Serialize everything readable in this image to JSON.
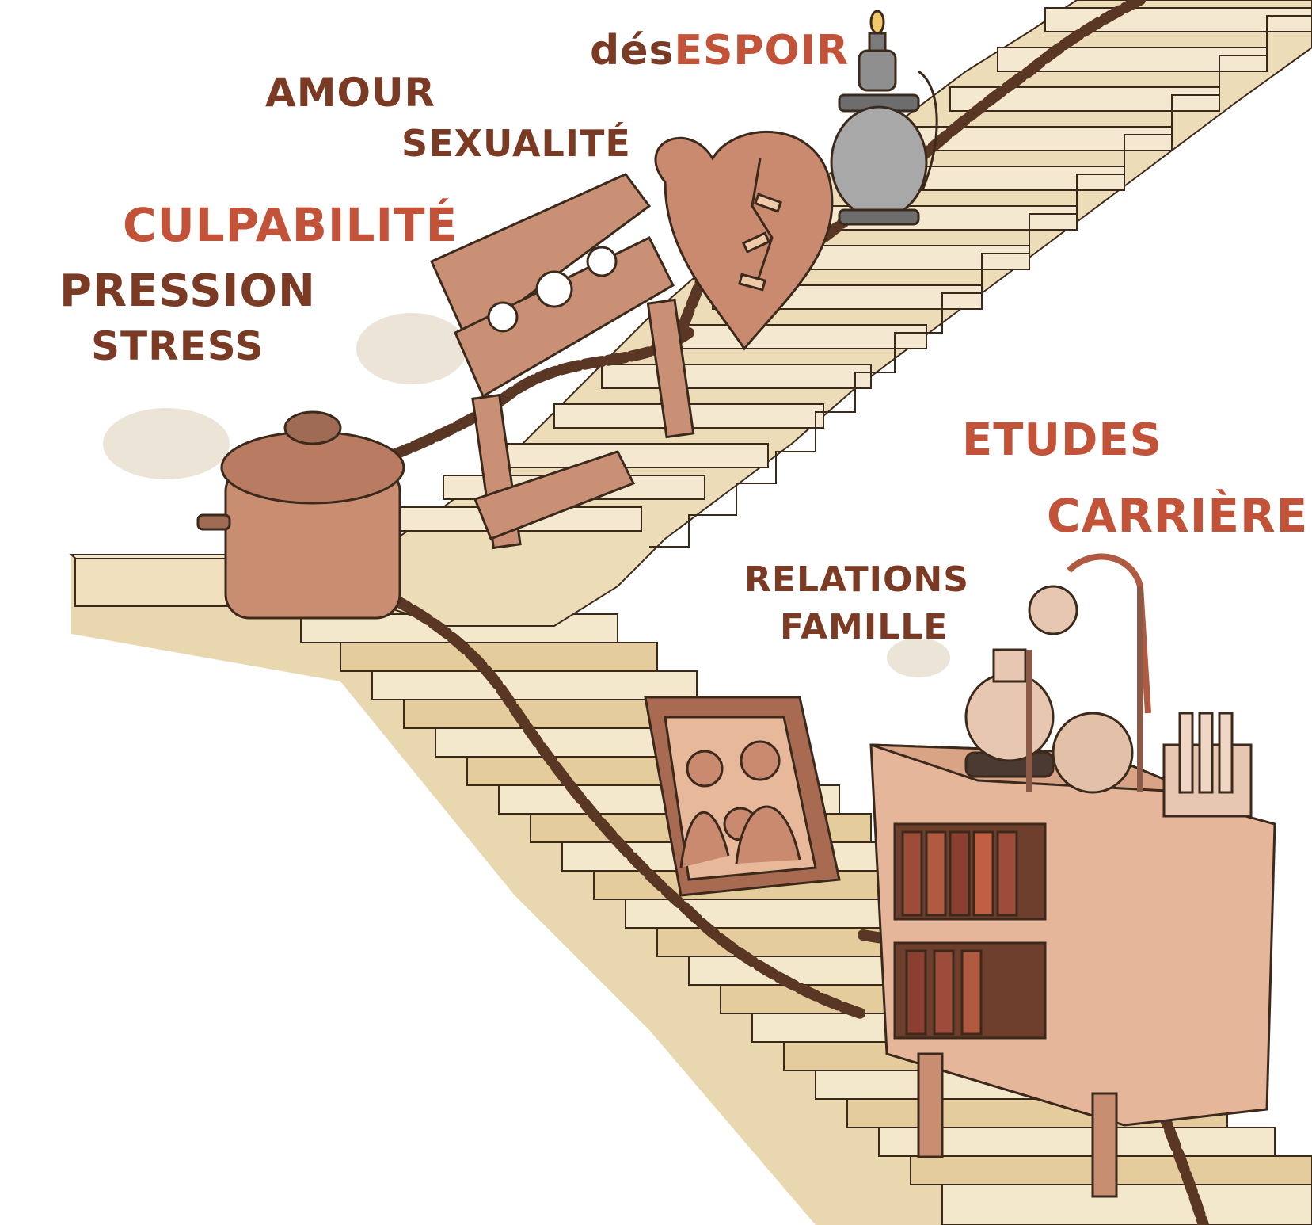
{
  "labels": {
    "desespoir_prefix": "dés",
    "desespoir_main": "ESPOIR",
    "amour": "AMOUR",
    "sexualite": "SEXUALITÉ",
    "culpabilite": "CULPABILITÉ",
    "pression": "PRESSION",
    "stress": "STRESS",
    "etudes": "ETUDES",
    "carriere": "CARRIÈRE",
    "relations": "RELATIONS",
    "famille": "FAMILLE"
  },
  "colors": {
    "dark_label": "#7a3a24",
    "accent_label": "#c25238",
    "stairs_tread": "#efe2c6",
    "stairs_riser": "#d9c49a",
    "stairs_shadow": "#b89a6c",
    "chain": "#5a3624",
    "objects": "#c98d72"
  },
  "objects": [
    "pressure-cooker",
    "pillory",
    "broken-heart",
    "oil-lamp",
    "family-photo-frame",
    "bookcase",
    "laboratory-glassware"
  ]
}
